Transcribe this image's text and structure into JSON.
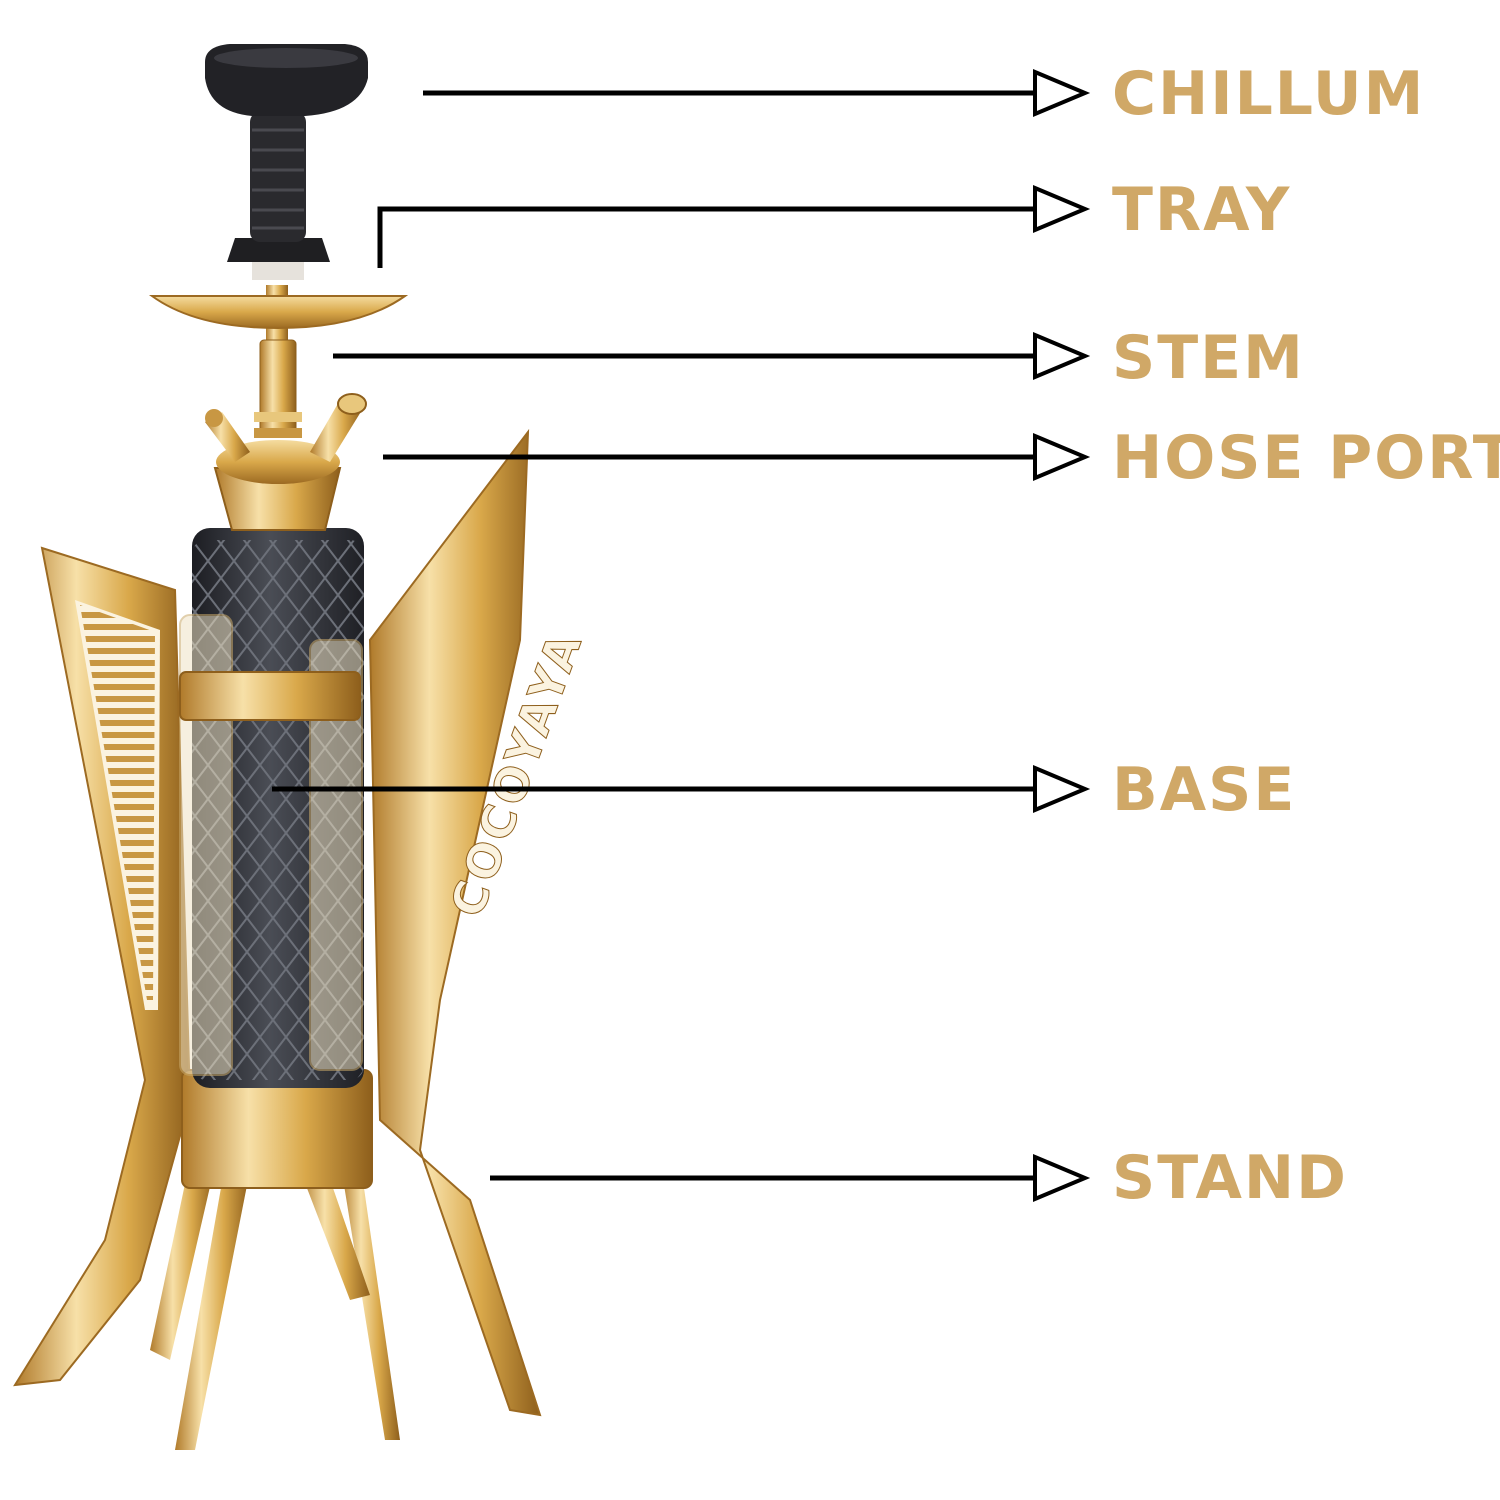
{
  "labels": {
    "chillum": "CHILLUM",
    "tray": "TRAY",
    "stem": "STEM",
    "hose_port": "HOSE PORT",
    "base": "BASE",
    "stand": "STAND"
  },
  "brand_text": "COCOYAYA",
  "colors": {
    "label": "#d0a867",
    "gold": "#d9a84a",
    "gold_light": "#f5dca0",
    "dark": "#2b2d33",
    "arrow": "#000000"
  }
}
